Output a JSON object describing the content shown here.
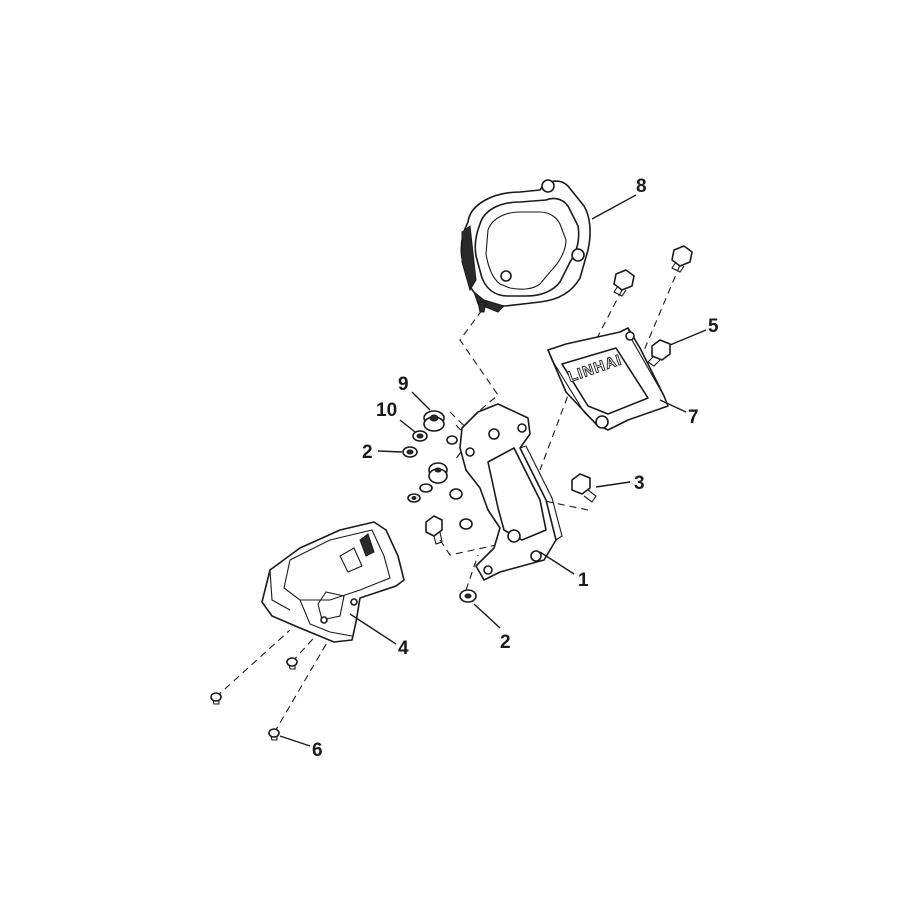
{
  "diagram": {
    "brand_text": "LINHAI",
    "callouts": [
      {
        "id": "c8",
        "label": "8"
      },
      {
        "id": "c5",
        "label": "5"
      },
      {
        "id": "c7",
        "label": "7"
      },
      {
        "id": "c9",
        "label": "9"
      },
      {
        "id": "c10",
        "label": "10"
      },
      {
        "id": "c2a",
        "label": "2"
      },
      {
        "id": "c3",
        "label": "3"
      },
      {
        "id": "c1",
        "label": "1"
      },
      {
        "id": "c2b",
        "label": "2"
      },
      {
        "id": "c4",
        "label": "4"
      },
      {
        "id": "c6",
        "label": "6"
      }
    ]
  }
}
